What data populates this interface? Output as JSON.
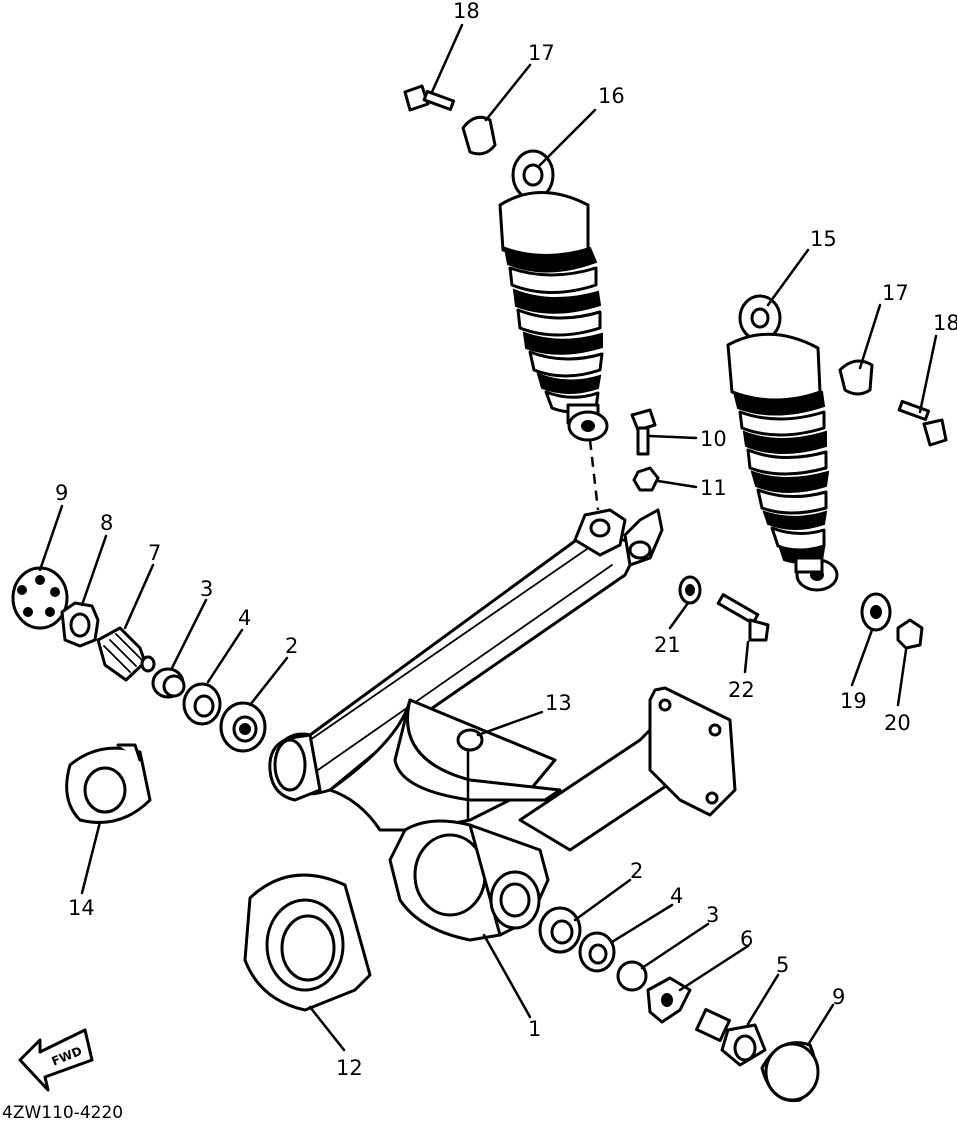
{
  "diagram": {
    "part_code": "4ZW110-4220",
    "fwd_label": "FWD",
    "callouts": [
      {
        "id": "c1",
        "text": "1"
      },
      {
        "id": "c2a",
        "text": "2"
      },
      {
        "id": "c2b",
        "text": "2"
      },
      {
        "id": "c3a",
        "text": "3"
      },
      {
        "id": "c3b",
        "text": "3"
      },
      {
        "id": "c4a",
        "text": "4"
      },
      {
        "id": "c4b",
        "text": "4"
      },
      {
        "id": "c5",
        "text": "5"
      },
      {
        "id": "c6",
        "text": "6"
      },
      {
        "id": "c7",
        "text": "7"
      },
      {
        "id": "c8",
        "text": "8"
      },
      {
        "id": "c9a",
        "text": "9"
      },
      {
        "id": "c9b",
        "text": "9"
      },
      {
        "id": "c10",
        "text": "10"
      },
      {
        "id": "c11",
        "text": "11"
      },
      {
        "id": "c12",
        "text": "12"
      },
      {
        "id": "c13",
        "text": "13"
      },
      {
        "id": "c14",
        "text": "14"
      },
      {
        "id": "c15",
        "text": "15"
      },
      {
        "id": "c16",
        "text": "16"
      },
      {
        "id": "c17a",
        "text": "17"
      },
      {
        "id": "c17b",
        "text": "17"
      },
      {
        "id": "c18a",
        "text": "18"
      },
      {
        "id": "c18b",
        "text": "18"
      },
      {
        "id": "c19",
        "text": "19"
      },
      {
        "id": "c20",
        "text": "20"
      },
      {
        "id": "c21",
        "text": "21"
      },
      {
        "id": "c22",
        "text": "22"
      }
    ]
  }
}
